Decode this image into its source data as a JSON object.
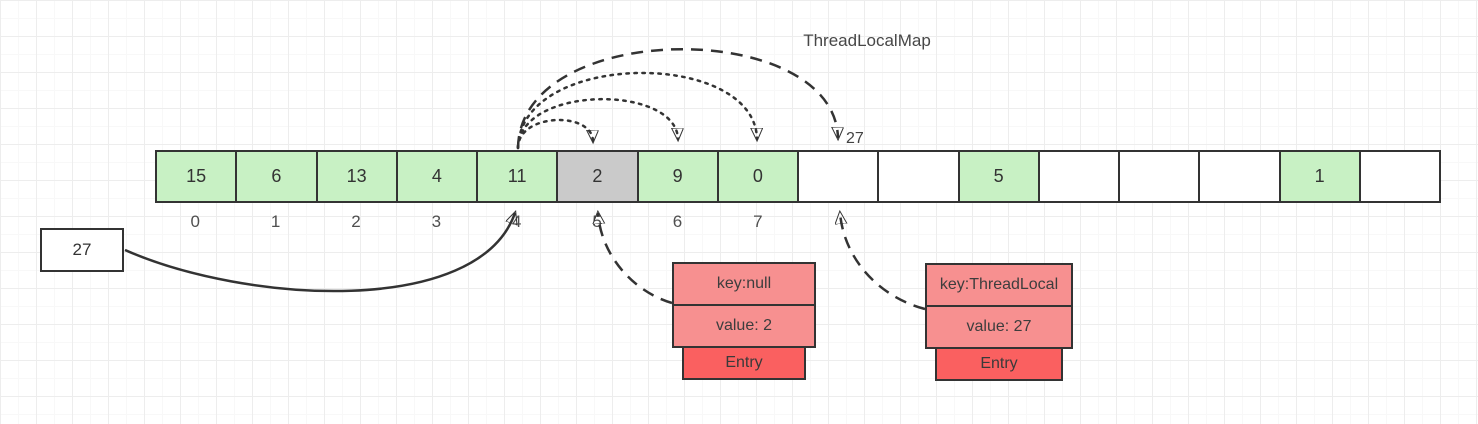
{
  "title": "ThreadLocalMap",
  "array": {
    "cells": [
      {
        "value": "15",
        "fill": "green"
      },
      {
        "value": "6",
        "fill": "green"
      },
      {
        "value": "13",
        "fill": "green"
      },
      {
        "value": "4",
        "fill": "green"
      },
      {
        "value": "11",
        "fill": "green"
      },
      {
        "value": "2",
        "fill": "gray"
      },
      {
        "value": "9",
        "fill": "green"
      },
      {
        "value": "0",
        "fill": "green"
      },
      {
        "value": "",
        "fill": "empty"
      },
      {
        "value": "",
        "fill": "empty"
      },
      {
        "value": "5",
        "fill": "green"
      },
      {
        "value": "",
        "fill": "empty"
      },
      {
        "value": "",
        "fill": "empty"
      },
      {
        "value": "",
        "fill": "empty"
      },
      {
        "value": "1",
        "fill": "green"
      },
      {
        "value": "",
        "fill": "empty"
      }
    ],
    "index_labels": [
      "0",
      "1",
      "2",
      "3",
      "4",
      "5",
      "6",
      "7"
    ],
    "slot8_top_label": "27"
  },
  "pointer_box": {
    "label": "27"
  },
  "entry_cards": [
    {
      "key_label": "key:null",
      "value_label": "value: 2",
      "footer_label": "Entry"
    },
    {
      "key_label": "key:ThreadLocal",
      "value_label": "value: 27",
      "footer_label": "Entry"
    }
  ],
  "colors": {
    "cell_green": "#c8f1c4",
    "cell_gray": "#cacaca",
    "cell_empty": "#ffffff",
    "entry_light_red": "#f79090",
    "entry_strong_red": "#fa6060",
    "stroke": "#333333"
  }
}
